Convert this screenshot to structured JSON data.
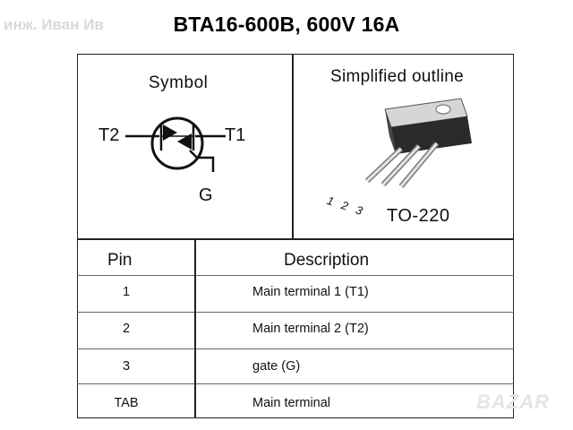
{
  "watermark": "инж. Иван Ив",
  "title": "BTA16-600B, 600V 16A",
  "symbol_panel": {
    "title": "Symbol",
    "t2_label": "T2",
    "t1_label": "T1",
    "g_label": "G"
  },
  "outline_panel": {
    "title": "Simplified outline",
    "pin_numbers": "1 2 3",
    "package": "TO-220"
  },
  "table": {
    "headers": [
      "Pin",
      "Description"
    ],
    "rows": [
      {
        "pin": "1",
        "description": "Main terminal 1 (T1)"
      },
      {
        "pin": "2",
        "description": "Main terminal 2 (T2)"
      },
      {
        "pin": "3",
        "description": "gate (G)"
      },
      {
        "pin": "TAB",
        "description": "Main terminal"
      }
    ]
  },
  "brand_badge": "BAZAR",
  "colors": {
    "line": "#222222",
    "package_body": "#2a2a2a",
    "tab": "#cfcfcf",
    "watermark": "#d9d9d9"
  }
}
